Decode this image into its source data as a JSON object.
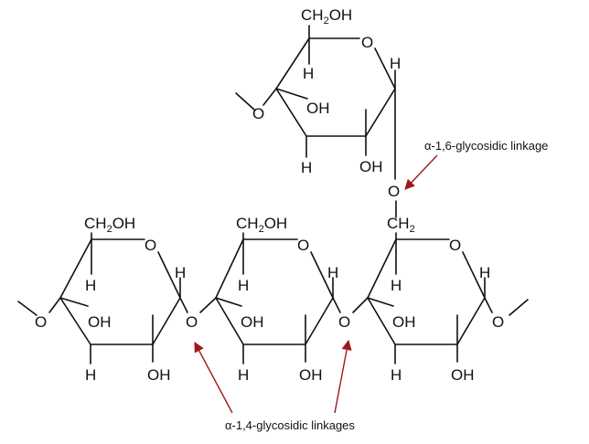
{
  "atoms": {
    "ring_oxygen": "O",
    "hydrogen": "H",
    "hydroxyl": "OH",
    "linkage_oxygen": "O",
    "ch2oh_prefix": "CH",
    "ch2oh_sub": "2",
    "ch2oh_suffix": "OH",
    "ch2_prefix": "CH",
    "ch2_sub": "2"
  },
  "annotations": {
    "alpha_1_6": "α-1,6-glycosidic linkage",
    "alpha_1_4": "α-1,4-glycosidic linkages"
  },
  "colors": {
    "bond": "#111111",
    "arrow": "#a01818"
  }
}
